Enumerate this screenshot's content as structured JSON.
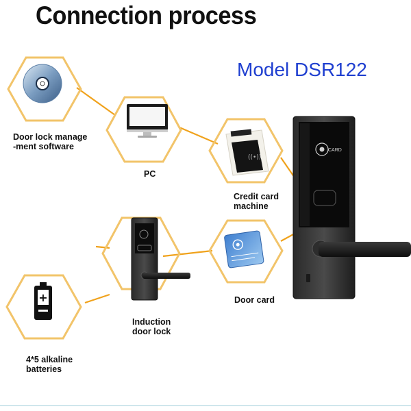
{
  "title": "Connection process",
  "model": "Model DSR122",
  "nodes": {
    "software": {
      "label": "Door lock manage\n-ment software",
      "icon": "cd-disc-icon"
    },
    "pc": {
      "label": "PC",
      "icon": "monitor-icon"
    },
    "card_machine": {
      "label": "Credit card\nmachine",
      "icon": "card-encoder-icon"
    },
    "induction_lock": {
      "label": "Induction\ndoor lock",
      "icon": "door-lock-icon"
    },
    "door_card": {
      "label": "Door card",
      "icon": "rfid-card-icon"
    },
    "batteries": {
      "label": "4*5 alkaline\nbatteries",
      "icon": "battery-icon"
    }
  },
  "device": {
    "card_text": "CARD"
  },
  "colors": {
    "hexagon": "#f2c46a",
    "connector": "#f0a21c",
    "model_text": "#1f3fd0"
  }
}
